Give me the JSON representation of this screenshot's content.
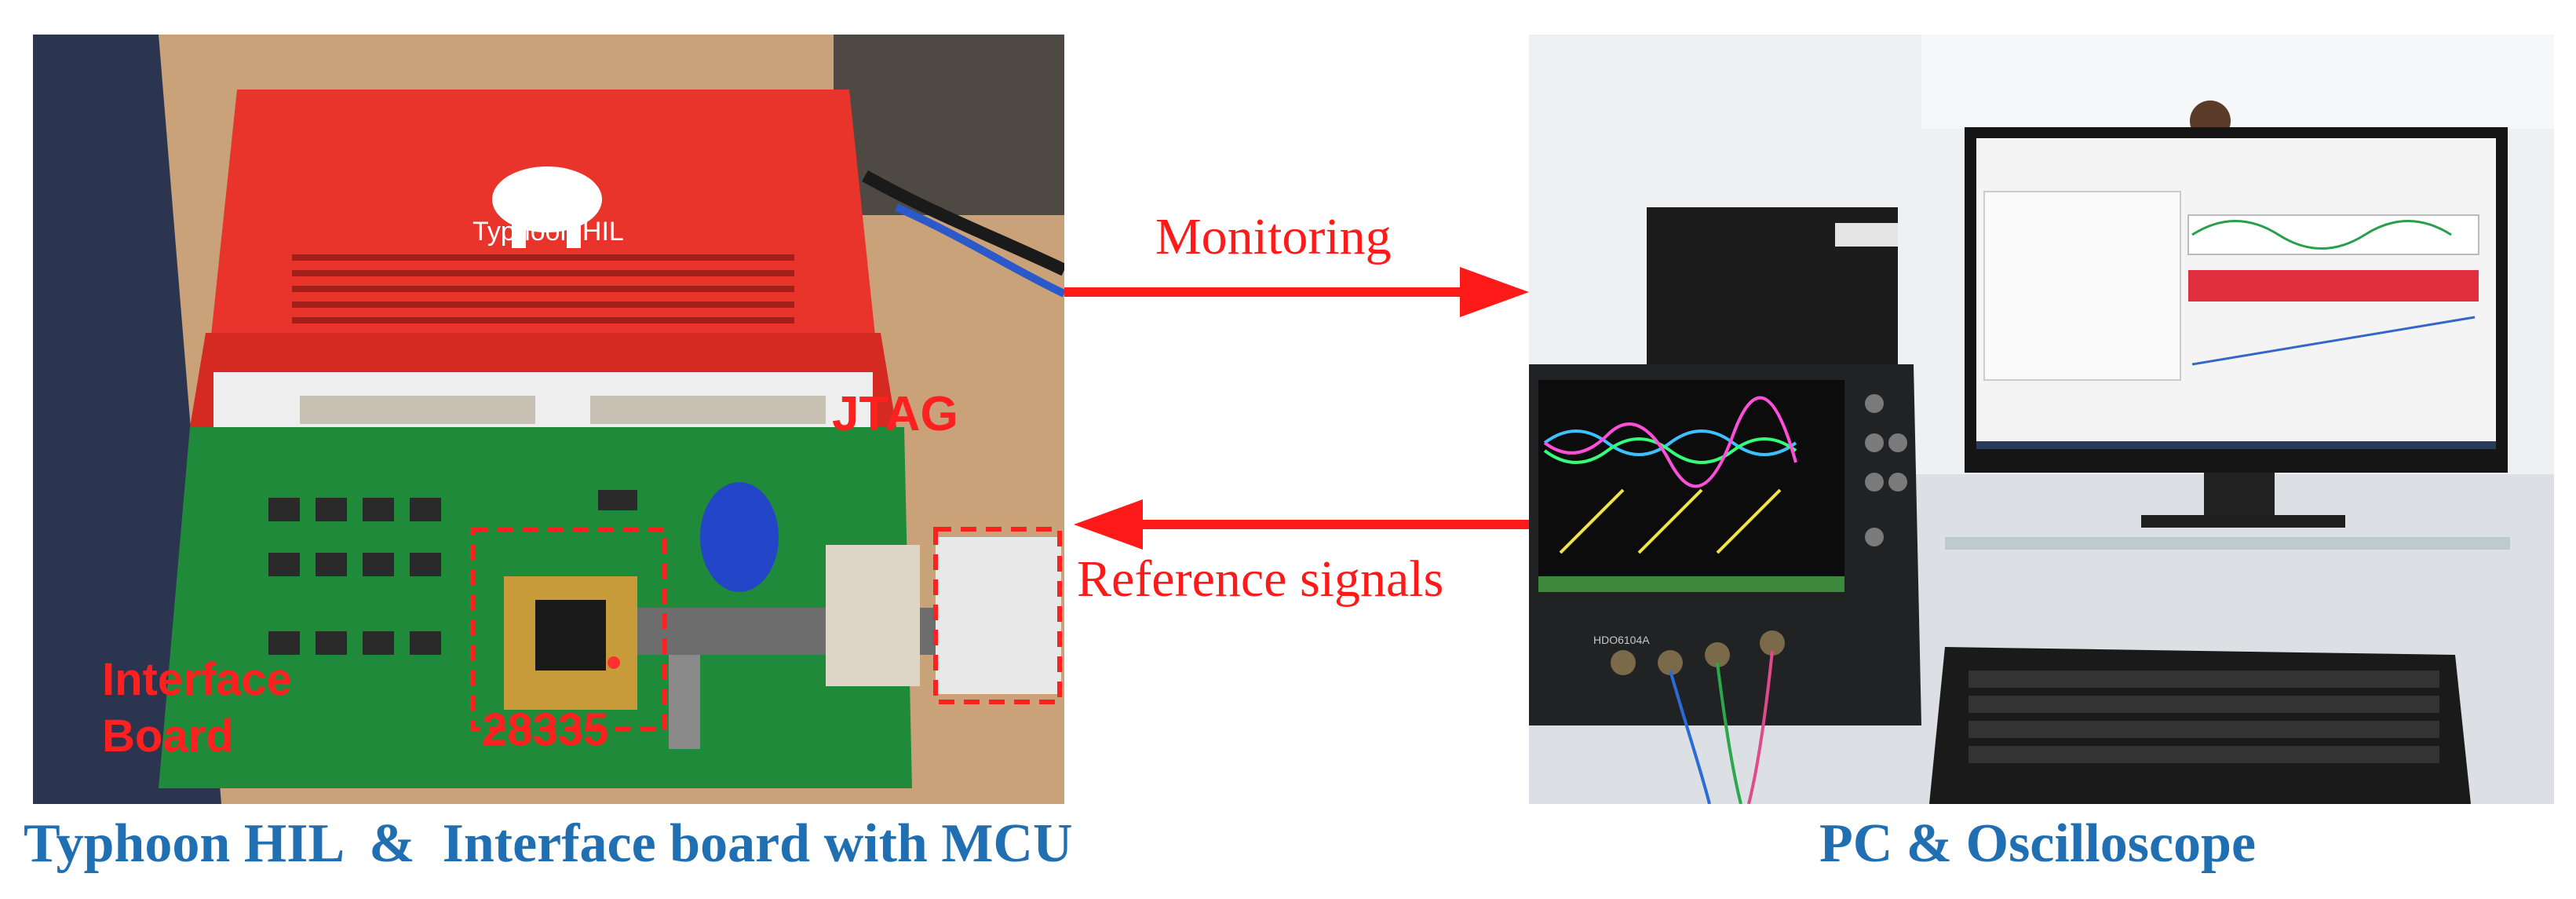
{
  "captions": {
    "left": "Typhoon HIL  &  Interface board with MCU",
    "right": "PC & Oscilloscope"
  },
  "arrows": {
    "monitoring": "Monitoring",
    "reference": "Reference signals"
  },
  "left_photo": {
    "brand": "Typhoon HIL",
    "jtag": "JTAG",
    "interface_board": "Interface\nBoard",
    "chip": "28335"
  },
  "right_photo": {
    "scope_model": "HDO6104A"
  },
  "colors": {
    "caption": "#1f6fb2",
    "annotation": "#ff1a1a",
    "hil_body": "#e8342b",
    "pcb": "#1f8a3a"
  }
}
